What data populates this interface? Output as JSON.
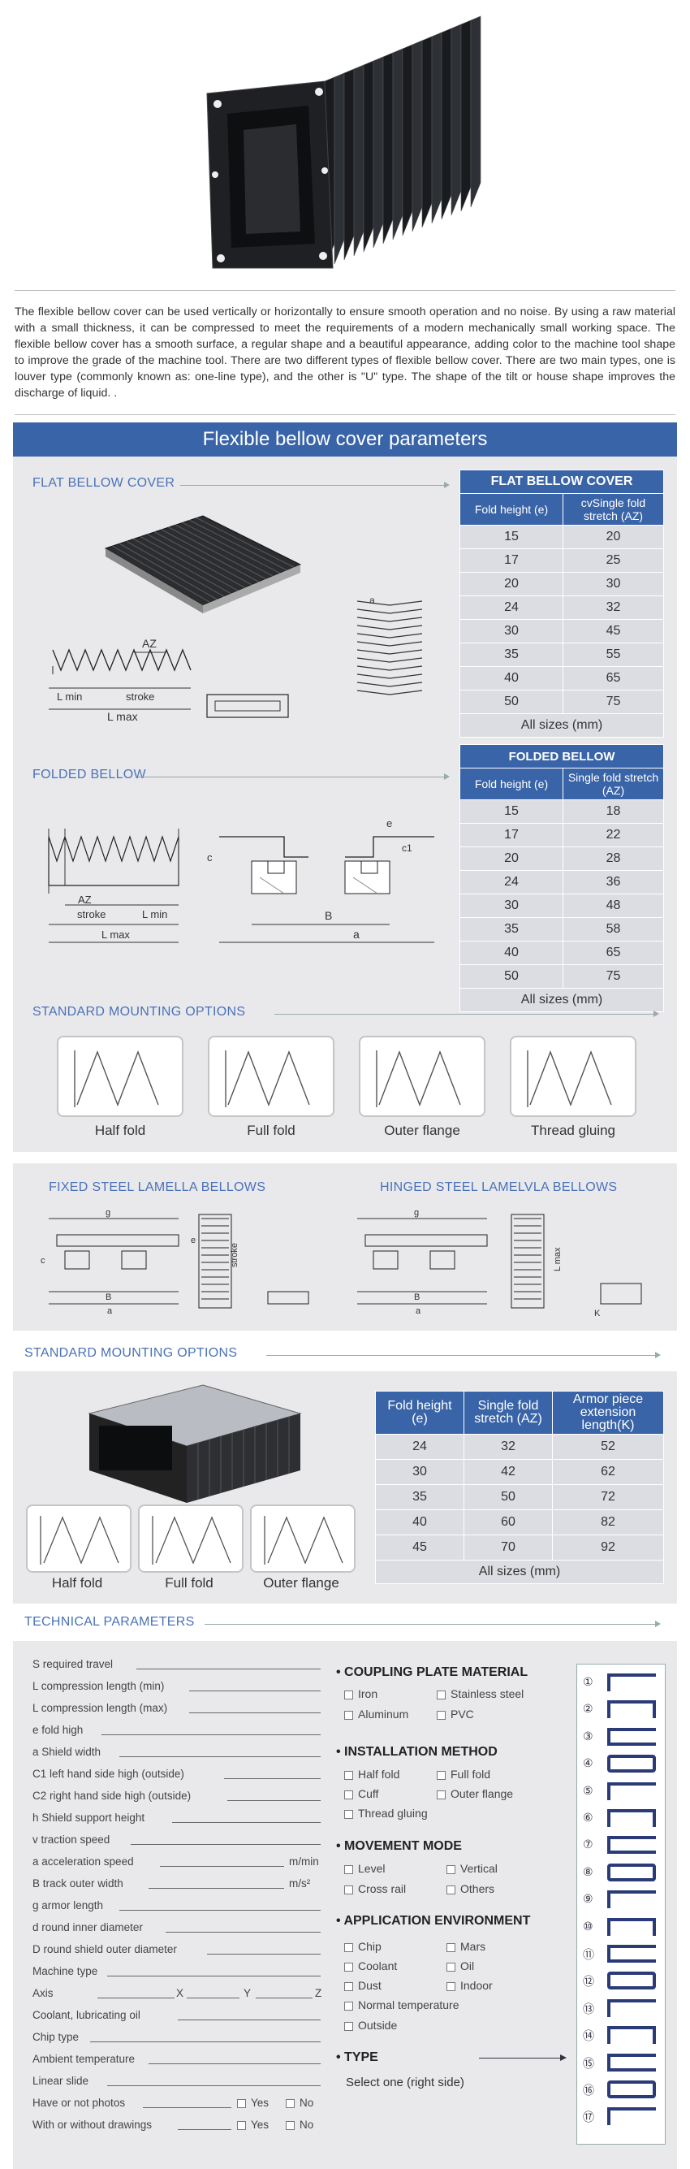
{
  "intro_text": "The flexible bellow cover can be used vertically or horizontally to ensure smooth operation and no noise. By using a raw material with a small thickness, it can be compressed to meet the requirements of a modern mechanically small working space. The flexible bellow cover has a smooth surface, a regular shape and a beautiful appearance, adding color to the machine tool shape to improve the grade of the machine tool. There are two different types of flexible bellow cover. There are two main types, one is louver type (commonly known as: one-line type), and the other is \"U\" type. The shape of the tilt or house shape improves the discharge of liquid. .",
  "banner_title": "Flexible bellow cover parameters",
  "flat": {
    "section_title": "FLAT BELLOW COVER",
    "diagram_labels": {
      "az": "AZ",
      "lmin": "L min",
      "stroke": "stroke",
      "lmax": "L max",
      "a": "a"
    },
    "table": {
      "caption": "FLAT BELLOW COVER",
      "col1": "Fold height (e)",
      "col2": "cvSingle fold stretch (AZ)",
      "rows": [
        [
          "15",
          "20"
        ],
        [
          "17",
          "25"
        ],
        [
          "20",
          "30"
        ],
        [
          "24",
          "32"
        ],
        [
          "30",
          "45"
        ],
        [
          "35",
          "55"
        ],
        [
          "40",
          "65"
        ],
        [
          "50",
          "75"
        ]
      ],
      "footer": "All sizes (mm)"
    }
  },
  "folded": {
    "section_title": "FOLDED BELLOW",
    "diagram_labels": {
      "az": "AZ",
      "stroke": "stroke",
      "lmin": "L min",
      "lmax": "L max",
      "c": "c",
      "b": "B",
      "a": "a",
      "e": "e",
      "c1": "c1"
    },
    "table": {
      "caption": "FOLDED BELLOW",
      "col1": "Fold height (e)",
      "col2": "Single fold stretch (AZ)",
      "rows": [
        [
          "15",
          "18"
        ],
        [
          "17",
          "22"
        ],
        [
          "20",
          "28"
        ],
        [
          "24",
          "36"
        ],
        [
          "30",
          "48"
        ],
        [
          "35",
          "58"
        ],
        [
          "40",
          "65"
        ],
        [
          "50",
          "75"
        ]
      ],
      "footer": "All sizes (mm)"
    }
  },
  "mounting1": {
    "section_title": "STANDARD MOUNTING OPTIONS",
    "options": [
      "Half fold",
      "Full fold",
      "Outer flange",
      "Thread gluing"
    ]
  },
  "lamella": {
    "fixed_title": "FIXED STEEL LAMELLA BELLOWS",
    "hinged_title": "HINGED STEEL LAMELVLA BELLOWS",
    "labels": {
      "g": "g",
      "e": "e",
      "c": "c",
      "b": "B",
      "a": "a",
      "stroke": "stroke",
      "lmax": "L max",
      "k": "K"
    }
  },
  "mounting2": {
    "section_title": "STANDARD MOUNTING OPTIONS",
    "options": [
      "Half fold",
      "Full fold",
      "Outer flange"
    ],
    "table": {
      "col1": "Fold height (e)",
      "col2": "Single fold stretch (AZ)",
      "col3": "Armor piece extension length(K)",
      "rows": [
        [
          "24",
          "32",
          "52"
        ],
        [
          "30",
          "42",
          "62"
        ],
        [
          "35",
          "50",
          "72"
        ],
        [
          "40",
          "60",
          "82"
        ],
        [
          "45",
          "70",
          "92"
        ]
      ],
      "footer": "All sizes (mm)"
    }
  },
  "technical": {
    "section_title": "TECHNICAL PARAMETERS",
    "fields": [
      {
        "label": "S required travel",
        "unit": ""
      },
      {
        "label": "L compression length (min)",
        "unit": ""
      },
      {
        "label": "L compression length (max)",
        "unit": ""
      },
      {
        "label": "e fold high",
        "unit": ""
      },
      {
        "label": "a Shield width",
        "unit": ""
      },
      {
        "label": "C1 left hand side high (outside)",
        "unit": ""
      },
      {
        "label": "C2 right hand side high (outside)",
        "unit": ""
      },
      {
        "label": "h Shield support height",
        "unit": ""
      },
      {
        "label": "v traction speed",
        "unit": ""
      },
      {
        "label": "a  acceleration speed",
        "unit": "m/min"
      },
      {
        "label": "B track outer width",
        "unit": "m/s²"
      },
      {
        "label": "g armor length",
        "unit": ""
      },
      {
        "label": "d round inner diameter",
        "unit": ""
      },
      {
        "label": "D round shield outer diameter",
        "unit": ""
      },
      {
        "label": "Machine type",
        "unit": ""
      },
      {
        "label": "Axis",
        "unit": ""
      },
      {
        "label": "Coolant, lubricating oil",
        "unit": ""
      },
      {
        "label": "Chip type",
        "unit": ""
      },
      {
        "label": "Ambient temperature",
        "unit": ""
      },
      {
        "label": "Linear slide",
        "unit": ""
      },
      {
        "label": "Have or not photos",
        "unit": ""
      },
      {
        "label": "With or without drawings",
        "unit": ""
      }
    ],
    "axis_x": "X",
    "axis_y": "Y",
    "axis_z": "Z",
    "yes": "Yes",
    "no": "No",
    "coupling": {
      "title": "COUPLING PLATE MATERIAL",
      "items": [
        "Iron",
        "Stainless steel",
        "Aluminum",
        "PVC"
      ]
    },
    "install": {
      "title": "INSTALLATION METHOD",
      "items": [
        "Half fold",
        "Full fold",
        "Cuff",
        "Outer flange",
        "Thread gluing"
      ]
    },
    "movement": {
      "title": "MOVEMENT MODE",
      "items": [
        "Level",
        "Vertical",
        "Cross rail",
        "Others"
      ]
    },
    "environment": {
      "title": "APPLICATION ENVIRONMENT",
      "items": [
        "Chip",
        "Mars",
        "Coolant",
        "Oil",
        "Dust",
        "Indoor",
        "Normal temperature",
        "Outside"
      ]
    },
    "type": {
      "title": "TYPE",
      "note": "Select one (right side)"
    },
    "type_numbers": [
      "①",
      "②",
      "③",
      "④",
      "⑤",
      "⑥",
      "⑦",
      "⑧",
      "⑨",
      "⑩",
      "⑪",
      "⑫",
      "⑬",
      "⑭",
      "⑮",
      "⑯",
      "⑰"
    ]
  },
  "colors": {
    "accent": "#3a64a8",
    "panel": "#e9e9ec",
    "title_blue": "#4a72b8"
  }
}
